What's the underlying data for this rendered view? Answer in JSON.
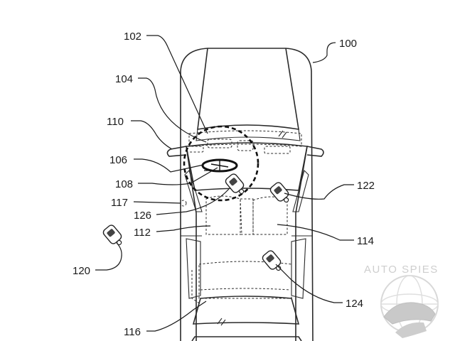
{
  "labels": {
    "r100": "100",
    "r102": "102",
    "r104": "104",
    "r106": "106",
    "r108": "108",
    "r110": "110",
    "r112": "112",
    "r114": "114",
    "r116": "116",
    "r117": "117",
    "r120": "120",
    "r122": "122",
    "r124": "124",
    "r126": "126"
  },
  "watermark": {
    "text": "AUTO SPIES",
    "color": "#c9c9c9"
  },
  "icons": {
    "key_fob": "key-fob-icon",
    "steering_wheel": "steering-wheel-icon",
    "watermark_logo": "globe-car-logo-icon"
  }
}
